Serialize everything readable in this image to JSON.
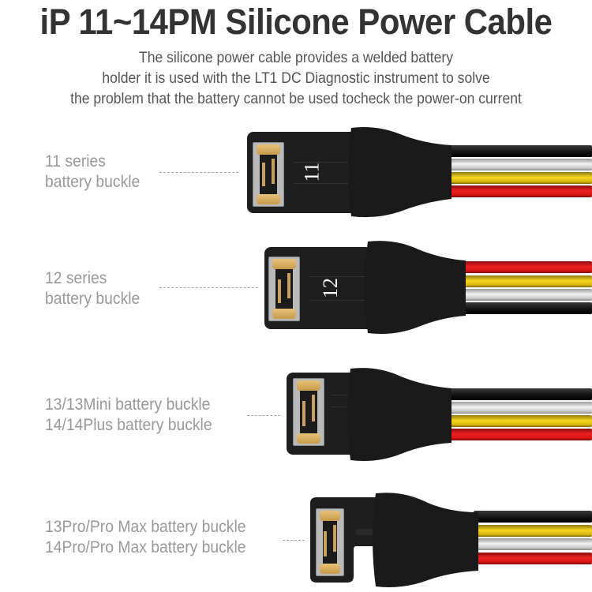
{
  "header": {
    "title": "iP 11~14PM Silicone Power Cable",
    "description_lines": [
      "The silicone power cable provides a welded battery",
      "holder it is used with the LT1 DC Diagnostic instrument to solve",
      "the problem that the battery cannot be used tocheck the power-on current"
    ]
  },
  "cables": [
    {
      "label_lines": [
        "11 series",
        "battery buckle"
      ],
      "pcb_number": "11",
      "wire_colors": [
        "black",
        "white",
        "yellow",
        "red"
      ]
    },
    {
      "label_lines": [
        "12 series",
        "battery buckle"
      ],
      "pcb_number": "12",
      "wire_colors": [
        "red",
        "yellow",
        "white",
        "black"
      ]
    },
    {
      "label_lines": [
        "13/13Mini battery buckle",
        "14/14Plus battery buckle"
      ],
      "pcb_number": "",
      "wire_colors": [
        "black",
        "white",
        "yellow",
        "red"
      ]
    },
    {
      "label_lines": [
        "13Pro/Pro Max battery buckle",
        "14Pro/Pro Max battery buckle"
      ],
      "pcb_number": "",
      "wire_colors": [
        "black",
        "yellow",
        "white",
        "red"
      ]
    }
  ],
  "colors": {
    "title": "#333333",
    "description": "#555555",
    "label": "#999999",
    "pcb": "#1e1e1e",
    "wire_black": "#111111",
    "wire_white": "#e6e6e6",
    "wire_yellow": "#f2d21e",
    "wire_red": "#e81c1c",
    "connector_gold": "#d8b068"
  }
}
